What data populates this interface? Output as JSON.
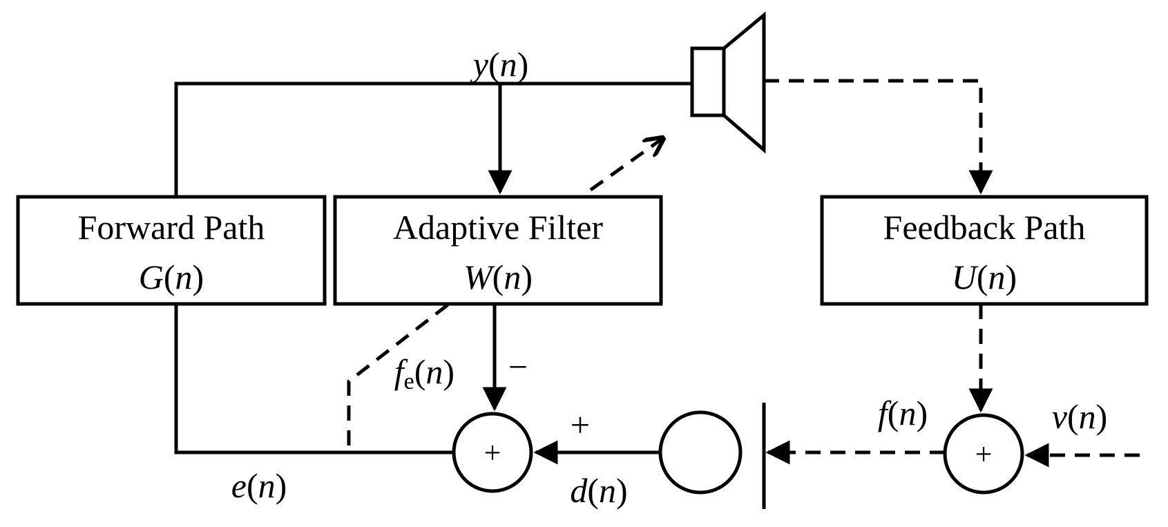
{
  "blocks": {
    "forward": {
      "title": "Forward Path",
      "func": "G",
      "arg": "n"
    },
    "adaptive": {
      "title": "Adaptive Filter",
      "func": "W",
      "arg": "n"
    },
    "feedback": {
      "title": "Feedback Path",
      "func": "U",
      "arg": "n"
    }
  },
  "signals": {
    "y": {
      "sym": "y",
      "arg": "n"
    },
    "e": {
      "sym": "e",
      "arg": "n"
    },
    "d": {
      "sym": "d",
      "arg": "n"
    },
    "f": {
      "sym": "f",
      "arg": "n"
    },
    "v": {
      "sym": "v",
      "arg": "n"
    },
    "fe": {
      "sym": "f",
      "sub": "e",
      "arg": "n"
    }
  },
  "signs": {
    "minus": "−",
    "plus": "+",
    "sum_left": "+",
    "sum_right": "+"
  }
}
